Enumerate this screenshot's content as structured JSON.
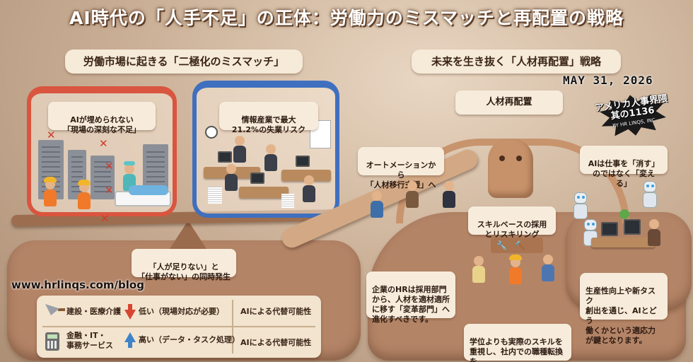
{
  "title": "AI時代の「人手不足」の正体：労働力のミスマッチと再配置の戦略",
  "left_section": {
    "heading": "労働市場に起きる「二極化のミスマッチ」",
    "red_label": "AIが埋められない\n「現場の深刻な不足」",
    "blue_label": "情報産業で最大\n21.2%の失業リスク",
    "center_note": "「人が足りない」と\n「仕事がない」の同時発生",
    "url": "www.hrlinqs.com/blog",
    "table": [
      {
        "icon": "trowel-icon",
        "sector": "建設・医療介護",
        "arrow": "down",
        "level": "低い（現場対応が必要）",
        "result": "AIによる代替可能性"
      },
      {
        "icon": "calculator-icon",
        "sector": "金融・IT・\n事務サービス",
        "arrow": "up",
        "level": "高い（データ・タスク処理）",
        "result": "AIによる代替可能性"
      }
    ]
  },
  "right_section": {
    "heading": "未来を生き抜く「人材再配置」戦略",
    "date": "MAY 31, 2026",
    "stamp_line1": "アメリカ人事界隈",
    "stamp_line2": "其の1136",
    "stamp_line3": "BY HR LINQS, INC",
    "center_sign": "人材再配置",
    "note_automation": "オートメーションから\n「人材移行支援」へ",
    "note_skill": "スキルベースの採用\nとリスキリング",
    "note_ai": "AIは仕事を「消す」\nのではなく「変える」",
    "note_hr": "企業のHRは採用部門\nから、人材を適材適所\nに移す「変革部門」へ\n進化すべきです。",
    "note_degree": "学位よりも実際のスキルを\n重視し、社内での職種転換を\n意図的に設計します。",
    "note_productivity": "生産性向上や新タスク\n創出を通じ、AIとどう\n働くかという適応力\nが鍵となります。"
  },
  "colors": {
    "red_bin": "#d9553f",
    "blue_bin": "#3f6fbf",
    "clay": "#b48467",
    "note_bg": "#f7ecdc"
  }
}
